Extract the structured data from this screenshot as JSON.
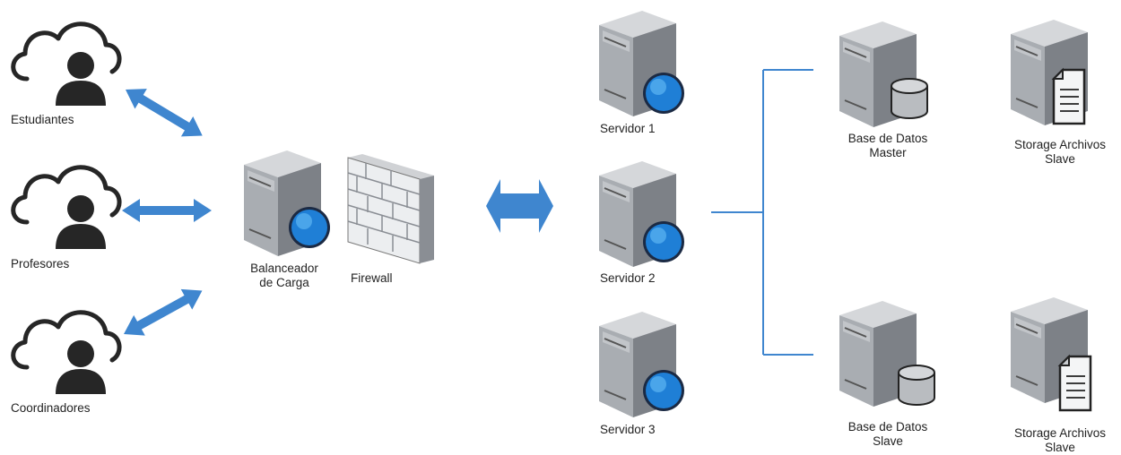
{
  "diagram": {
    "users": [
      {
        "label": "Estudiantes",
        "icon": "cloud-user-icon"
      },
      {
        "label": "Profesores",
        "icon": "cloud-user-icon"
      },
      {
        "label": "Coordinadores",
        "icon": "cloud-user-icon"
      }
    ],
    "balancer": {
      "label_line1": "Balanceador",
      "label_line2": "de Carga",
      "icon": "web-server-icon"
    },
    "firewall": {
      "label": "Firewall",
      "icon": "firewall-icon"
    },
    "servers": [
      {
        "label": "Servidor 1",
        "icon": "web-server-icon"
      },
      {
        "label": "Servidor 2",
        "icon": "web-server-icon"
      },
      {
        "label": "Servidor 3",
        "icon": "web-server-icon"
      }
    ],
    "databases": [
      {
        "line1": "Base de Datos",
        "line2": "Master",
        "icon": "database-server-icon"
      },
      {
        "line1": "Base de Datos",
        "line2": "Slave",
        "icon": "database-server-icon"
      }
    ],
    "storage": [
      {
        "line1": "Storage Archivos",
        "line2": "Slave",
        "icon": "file-server-icon"
      },
      {
        "line1": "Storage Archivos",
        "line2": "Slave",
        "icon": "file-server-icon"
      }
    ],
    "colors": {
      "arrow": "#3f86cf",
      "connector": "#3f86cf",
      "server_body": "#b9bcc0",
      "globe": "#1f7fd6",
      "user": "#262626"
    }
  }
}
